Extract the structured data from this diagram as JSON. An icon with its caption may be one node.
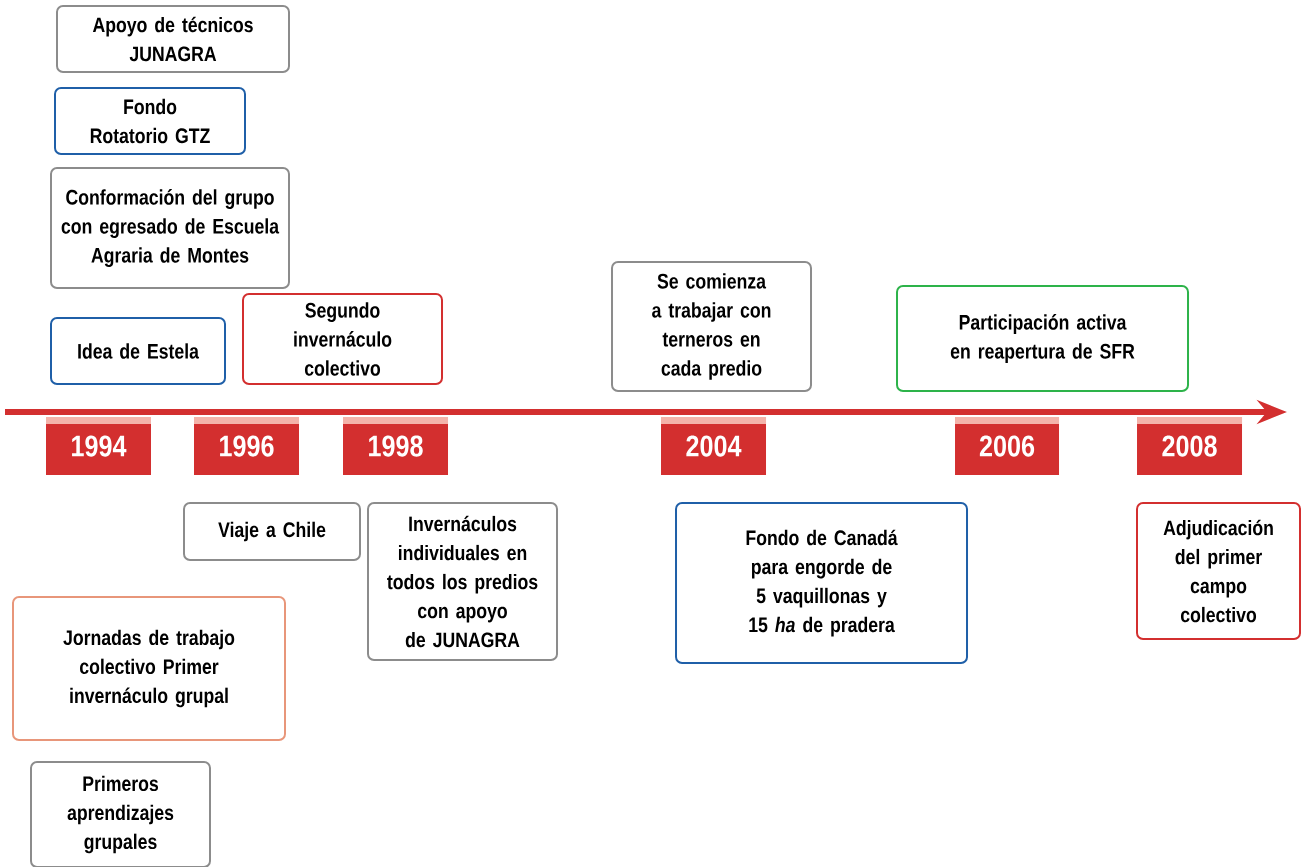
{
  "diagram": {
    "nodes": [
      {
        "text": [
          "Apoyo de técnicos JUNAGRA"
        ]
      },
      {
        "text": [
          "Fondo Rotatorio GTZ"
        ]
      },
      {
        "text": [
          "Conformación del grupo con egresado de Escuela Agraria de Montes"
        ]
      },
      {
        "text": [
          "Idea de Estela"
        ]
      },
      {
        "text": [
          "Segundo invernáculo colectivo"
        ]
      },
      {
        "text": [
          "Se comienza a trabajar con terneros en cada predio"
        ]
      },
      {
        "text": [
          "Participación activa en reapertura de SFR"
        ]
      },
      {
        "text": [
          "1994"
        ]
      },
      {
        "text": [
          "1996"
        ]
      },
      {
        "text": [
          "1998"
        ]
      },
      {
        "text": [
          "2004"
        ]
      },
      {
        "text": [
          "2006"
        ]
      },
      {
        "text": [
          "2008"
        ]
      },
      {
        "text": [
          "Viaje a Chile"
        ]
      },
      {
        "text": [
          "Invernáculos individuales en todos los predios con apoyo de JUNAGRA"
        ]
      },
      {
        "text": [
          "Fondo de Canadá para engorde de 5 vaquillonas y 15 *ha* de pradera"
        ]
      },
      {
        "text": [
          "Adjudicación del primer campo colectivo"
        ]
      },
      {
        "text": [
          "Jornadas de trabajo colectivo Primer invernáculo grupal"
        ]
      },
      {
        "text": [
          "Primeros aprendizajes grupales"
        ]
      }
    ]
  }
}
